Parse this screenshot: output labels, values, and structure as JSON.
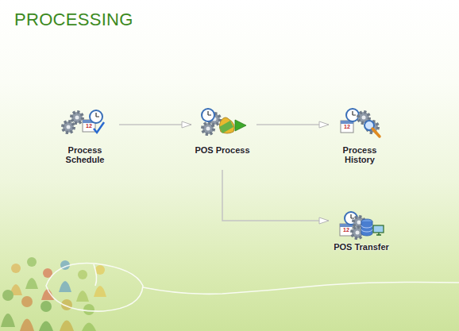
{
  "diagram": {
    "title": "PROCESSING",
    "nodes": [
      {
        "text": [
          "Process Schedule"
        ]
      },
      {
        "text": [
          "POS Process"
        ]
      },
      {
        "text": [
          "Process History"
        ]
      },
      {
        "text": [
          "POS Transfer"
        ]
      }
    ],
    "edges": [
      {
        "from": 0,
        "to": 1,
        "arrow": "to"
      },
      {
        "from": 1,
        "to": 2,
        "arrow": "to"
      },
      {
        "from": 1,
        "to": 3,
        "arrow": "to"
      }
    ],
    "labels": [
      "12",
      "12",
      "12"
    ]
  }
}
